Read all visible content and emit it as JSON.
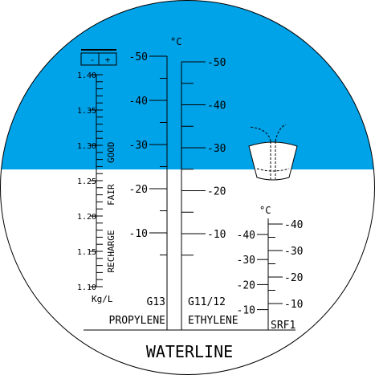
{
  "colors": {
    "blue_field": "#00A2E8",
    "white_field": "#FFFFFF",
    "ink": "#000000"
  },
  "battery": {
    "icon": "battery-icon",
    "symbols": [
      "-",
      "+"
    ],
    "unit": "Kg/L",
    "ticks": [
      "1.40",
      "1.35",
      "1.30",
      "1.25",
      "1.20",
      "1.15",
      "1.10"
    ],
    "zones": [
      "GOOD",
      "FAIR",
      "RECHARGE"
    ],
    "zone_ranges": {
      "GOOD": [
        1.27,
        1.31
      ],
      "FAIR": [
        1.2,
        1.26
      ],
      "RECHARGE": [
        1.1,
        1.2
      ]
    }
  },
  "propylene": {
    "unit": "°C",
    "ticks": [
      "-50",
      "-40",
      "-30",
      "-20",
      "-10"
    ],
    "code": "G13",
    "label": "PROPYLENE"
  },
  "ethylene": {
    "ticks": [
      "-50",
      "-40",
      "-30",
      "-20",
      "-10"
    ],
    "code": "G11/12",
    "label": "ETHYLENE"
  },
  "srf1": {
    "unit": "°C",
    "left_ticks": [
      "-40",
      "-30",
      "-20",
      "-10"
    ],
    "right_ticks": [
      "-40",
      "-30",
      "-20",
      "-10"
    ],
    "label": "SRF1"
  },
  "waterline": {
    "label": "WATERLINE"
  },
  "fluid_icon": "fluid-reservoir-icon"
}
